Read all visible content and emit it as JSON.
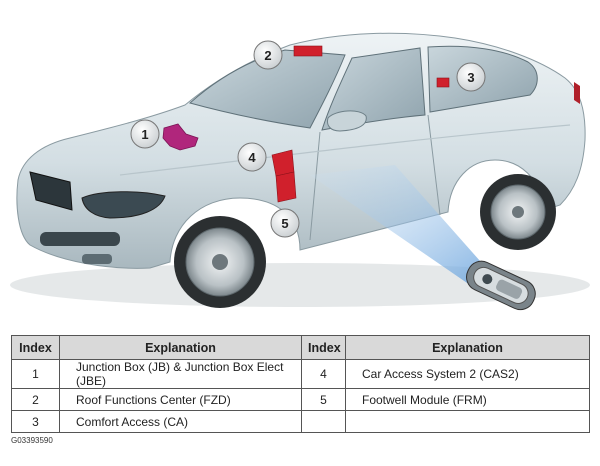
{
  "callouts": [
    "1",
    "2",
    "3",
    "4",
    "5"
  ],
  "table": {
    "headers": [
      "Index",
      "Explanation",
      "Index",
      "Explanation"
    ],
    "rows": [
      [
        "1",
        "Junction Box (JB) & Junction Box Elect (JBE)",
        "4",
        "Car Access System 2 (CAS2)"
      ],
      [
        "2",
        "Roof Functions Center (FZD)",
        "5",
        "Footwell Module (FRM)"
      ],
      [
        "3",
        "Comfort Access (CA)",
        "",
        ""
      ]
    ]
  },
  "figure_code": "G03393590",
  "colors": {
    "car_body": "#d8e2e6",
    "module_red": "#d0202c",
    "module_magenta": "#b0267c",
    "key_beam": "#9fc3e8"
  }
}
